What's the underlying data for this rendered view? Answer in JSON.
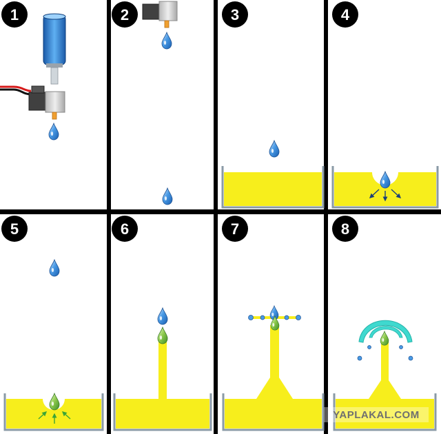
{
  "panels": [
    {
      "number": "1"
    },
    {
      "number": "2"
    },
    {
      "number": "3"
    },
    {
      "number": "4"
    },
    {
      "number": "5"
    },
    {
      "number": "6"
    },
    {
      "number": "7"
    },
    {
      "number": "8"
    }
  ],
  "watermark": "YAPLAKAL.COM",
  "colors": {
    "background": "#000000",
    "panel": "#ffffff",
    "liquid": "#f7ee1c",
    "tank_wall": "#8a9aa6",
    "drop": "#2a7fd6",
    "green_drop": "#7fc241",
    "crown": "#3fd9cf",
    "arrow_dark": "#1b3f78",
    "arrow_green": "#3aa437",
    "reservoir": "#1f6fc4",
    "valve": "#404040",
    "wire_red": "#d61a1a"
  }
}
